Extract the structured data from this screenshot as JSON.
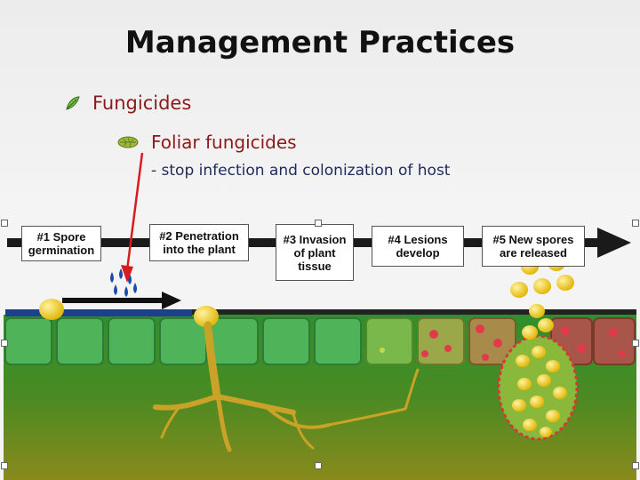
{
  "slide": {
    "title": "Management Practices",
    "bullet_level1": "Fungicides",
    "bullet_level2": "Foliar fungicides",
    "detail_line": "- stop infection and colonization of host"
  },
  "stages": [
    {
      "label": "#1 Spore germination"
    },
    {
      "label": "#2 Penetration into the plant"
    },
    {
      "label": "#3 Invasion of plant tissue"
    },
    {
      "label": "#4 Lesions develop"
    },
    {
      "label": "#5 New spores are released"
    }
  ],
  "colors": {
    "title": "#111111",
    "bullet_text": "#8b1a1a",
    "detail_text": "#1e2a5a",
    "leaf_cell": "#4fb35a",
    "spore": "#e8c21a",
    "hypha": "#c9a227",
    "arrow_red": "#d61c1c",
    "fungicide_drop": "#1f4aa8"
  },
  "icons": [
    "leaf-bullet-icon",
    "foliage-bullet-icon",
    "water-drops-icon"
  ]
}
